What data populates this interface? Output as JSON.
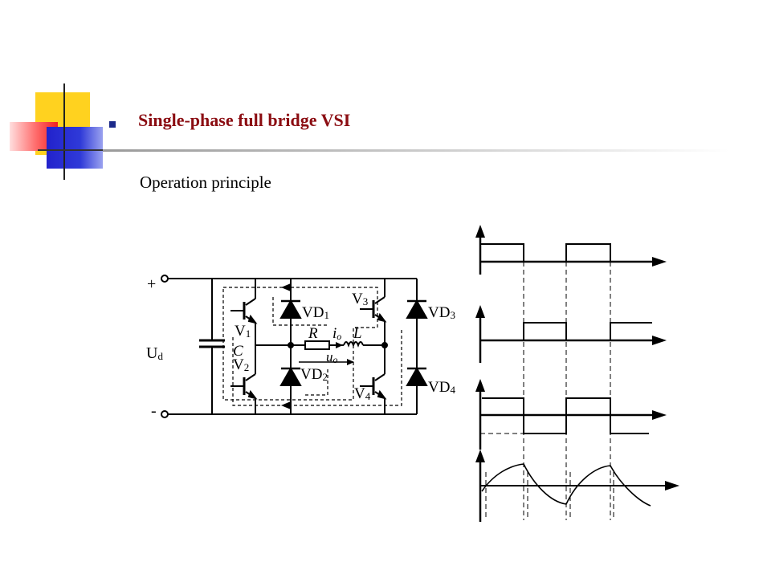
{
  "header": {
    "title": "Single-phase full bridge VSI",
    "subtitle": "Operation principle"
  },
  "colors": {
    "title": "#8b0d12",
    "bullet": "#1b2a8a",
    "deco_yellow": "#ffd21f",
    "deco_red": "#f02020",
    "deco_blue": "#2222cc"
  },
  "circuit": {
    "plus_label": "+",
    "minus_label": "-",
    "ud_label": "U",
    "ud_sub": "d",
    "c_label": "C",
    "v1_label": "V",
    "v1_sub": "1",
    "v2_label": "V",
    "v2_sub": "2",
    "v3_label": "V",
    "v3_sub": "3",
    "v4_label": "V",
    "v4_sub": "4",
    "vd1_label": "VD",
    "vd1_sub": "1",
    "vd2_label": "VD",
    "vd2_sub": "2",
    "vd3_label": "VD",
    "vd3_sub": "3",
    "vd4_label": "VD",
    "vd4_sub": "4",
    "r_label": "R",
    "l_label": "L",
    "io_label": "i",
    "io_sub": "o",
    "uo_label": "u",
    "uo_sub": "o"
  }
}
